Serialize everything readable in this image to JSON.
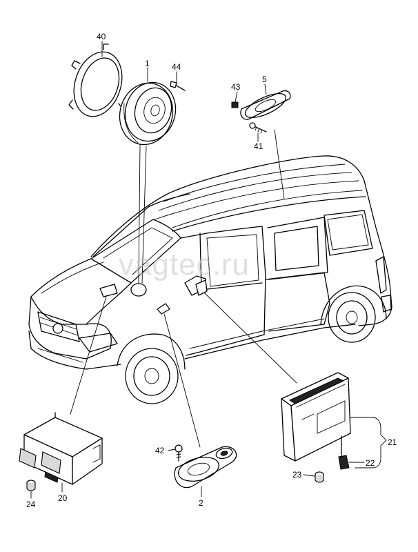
{
  "watermark": "vagtec.ru",
  "callouts": [
    {
      "id": "c40",
      "text": "40"
    },
    {
      "id": "c1",
      "text": "1"
    },
    {
      "id": "c44",
      "text": "44"
    },
    {
      "id": "c43",
      "text": "43"
    },
    {
      "id": "c5",
      "text": "5"
    },
    {
      "id": "c41",
      "text": "41"
    },
    {
      "id": "c21",
      "text": "21"
    },
    {
      "id": "c22",
      "text": "22"
    },
    {
      "id": "c23",
      "text": "23"
    },
    {
      "id": "c42",
      "text": "42"
    },
    {
      "id": "c2",
      "text": "2"
    },
    {
      "id": "c20",
      "text": "20"
    },
    {
      "id": "c24",
      "text": "24"
    }
  ]
}
